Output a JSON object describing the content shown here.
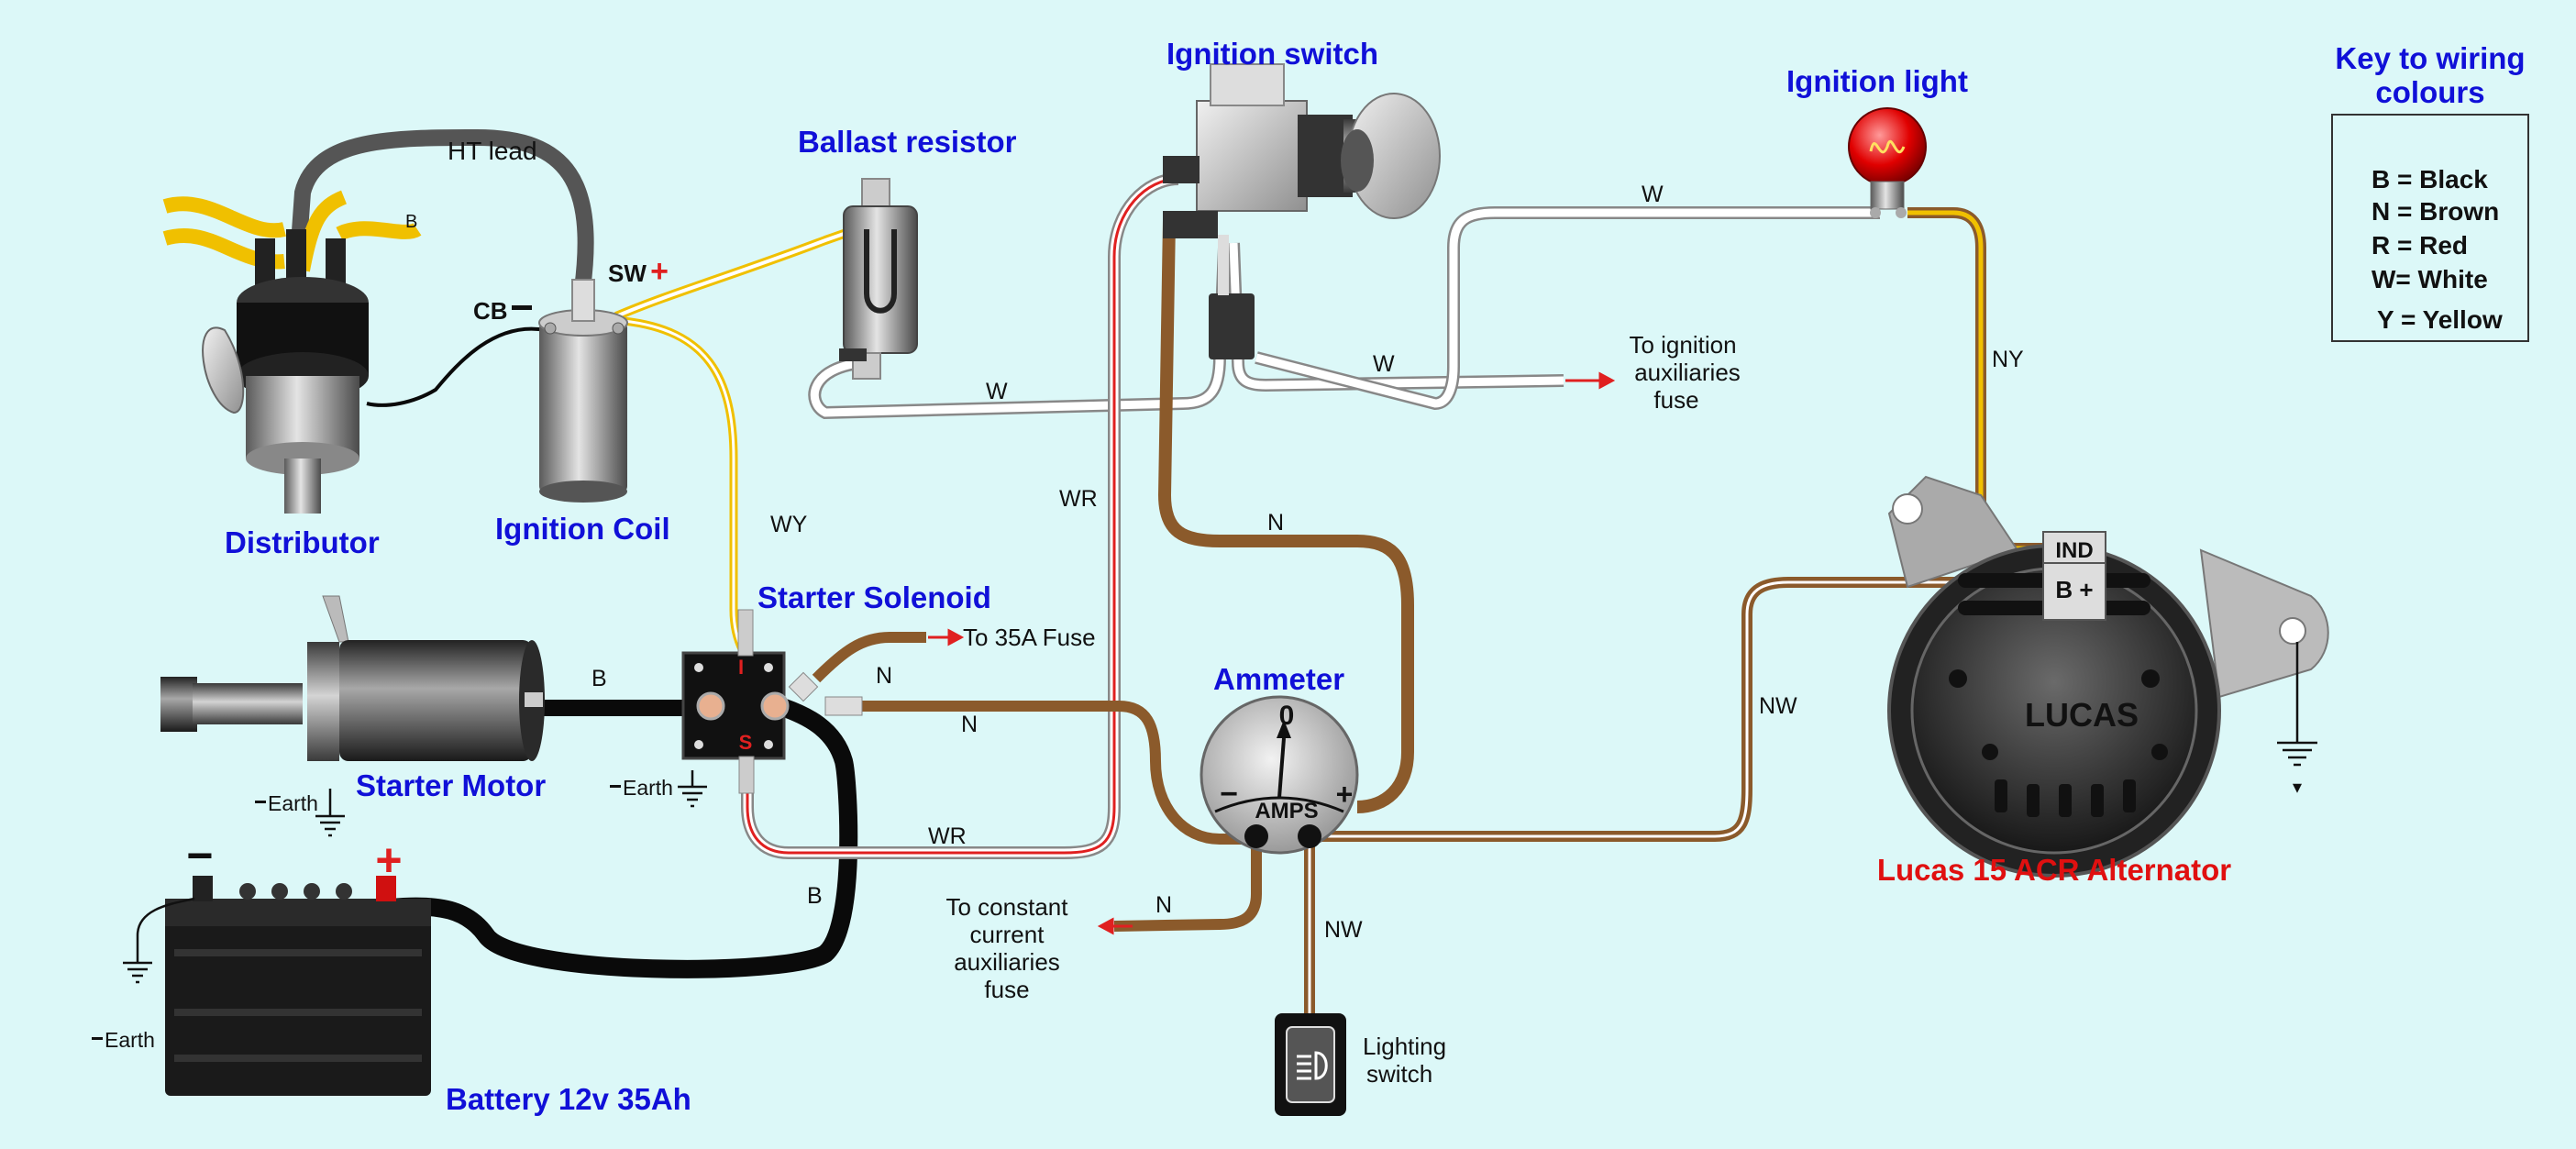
{
  "labels": {
    "distributor": "Distributor",
    "ignition_coil": "Ignition Coil",
    "ballast_resistor": "Ballast resistor",
    "ignition_switch": "Ignition switch",
    "ignition_light": "Ignition light",
    "starter_solenoid": "Starter Solenoid",
    "starter_motor": "Starter Motor",
    "ammeter": "Ammeter",
    "alternator": "Lucas 15 ACR Alternator",
    "battery": "Battery 12v 35Ah"
  },
  "annotations": {
    "ht_lead": "HT lead",
    "cb": "CB",
    "sw": "SW",
    "earth_starter": "Earth",
    "earth_solenoid": "Earth",
    "earth_battery": "Earth",
    "to_35a_fuse": "To 35A Fuse",
    "to_ign_aux_1": "To ignition",
    "to_ign_aux_2": "auxiliaries",
    "to_ign_aux_3": "fuse",
    "to_const_1": "To constant",
    "to_const_2": "current",
    "to_const_3": "auxiliaries",
    "to_const_4": "fuse",
    "lighting_1": "Lighting",
    "lighting_2": "switch",
    "amps": "AMPS",
    "zero": "0",
    "lucas": "LUCAS",
    "ind": "IND",
    "b_plus": "B +",
    "sol_i": "I",
    "sol_s": "S",
    "dist_b": "B"
  },
  "wire_codes": {
    "w_top": "W",
    "w_mid": "W",
    "w_ballast": "W",
    "wr_upper": "WR",
    "wr_lower": "WR",
    "wy": "WY",
    "ny": "NY",
    "nw_alt": "NW",
    "nw_light": "NW",
    "n_switch": "N",
    "n_sol_upper": "N",
    "n_sol_lower": "N",
    "n_const": "N",
    "b_starter": "B",
    "b_battery": "B"
  },
  "key": {
    "title_1": "Key to wiring",
    "title_2": "colours",
    "items": [
      "B = Black",
      "N = Brown",
      "R = Red",
      "W= White",
      "Y = Yellow"
    ]
  },
  "colors": {
    "background": "#dcf8f8",
    "label_blue": "#1010d8",
    "label_red": "#e01010",
    "wire_brown": "#8b5a2b",
    "wire_black": "#0a0a0a",
    "wire_white": "#ffffff",
    "wire_red": "#e02020",
    "wire_yellow": "#f0c000"
  }
}
